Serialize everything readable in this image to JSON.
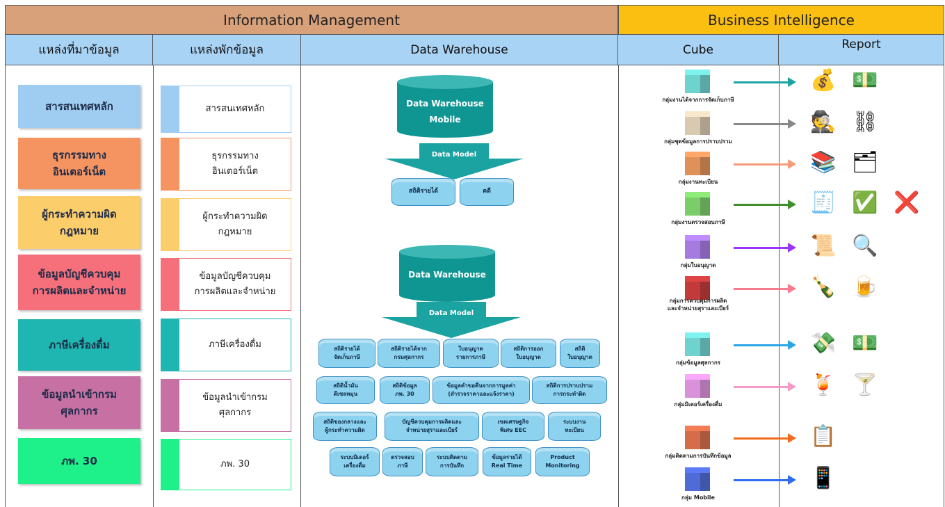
{
  "header": {
    "im_title": "Information Management",
    "bi_title": "Business Intelligence"
  },
  "columns": {
    "source": "แหล่งที่มาข้อมูล",
    "staging": "แหล่งพักข้อมูล",
    "warehouse": "Data Warehouse",
    "cube": "Cube",
    "report": "Report"
  },
  "sources": [
    {
      "label": "สารสนเทศหลัก",
      "color": "#9fcdf2"
    },
    {
      "label": "ธุรกรรมทาง\nอินเตอร์เน็ต",
      "color": "#f59461"
    },
    {
      "label": "ผู้กระทำความผิด\nกฎหมาย",
      "color": "#fccd6b"
    },
    {
      "label": "ข้อมูลบัญชีควบคุม\nการผลิตและจำหน่าย",
      "color": "#f5707a"
    },
    {
      "label": "ภาษีเครื่องดื่ม",
      "color": "#1fb5b0"
    },
    {
      "label": "ข้อมูลนำเข้ากรม\nศุลกากร",
      "color": "#c770a3"
    },
    {
      "label": "ภพ. 30",
      "color": "#1ef08a"
    }
  ],
  "staging": [
    {
      "label": "สารสนเทศหลัก",
      "color": "#9fcdf2"
    },
    {
      "label": "ธุรกรรมทาง\nอินเตอร์เน็ต",
      "color": "#f59461"
    },
    {
      "label": "ผู้กระทำความผิด\nกฎหมาย",
      "color": "#fccd6b"
    },
    {
      "label": "ข้อมูลบัญชีควบคุม\nการผลิตและจำหน่าย",
      "color": "#f5707a"
    },
    {
      "label": "ภาษีเครื่องดื่ม",
      "color": "#1fb5b0"
    },
    {
      "label": "ข้อมูลนำเข้ากรม\nศุลกากร",
      "color": "#c770a3"
    },
    {
      "label": "ภพ. 30",
      "color": "#1ef08a"
    }
  ],
  "warehouse": {
    "mobile_title": "Data Warehouse\nMobile",
    "mobile_model": "Data Model",
    "mobile_marts": [
      "สถิติรายได้",
      "คดี"
    ],
    "main_title": "Data Warehouse",
    "main_model": "Data Model",
    "marts": [
      "สถิติรายได้\nจัดเก็บภาษี",
      "สถิติรายได้จาก\nกรมศุลกากร",
      "ใบอนุญาต\nรายการภาษี",
      "สถิติการออก\nใบอนุญาต",
      "สถิติ\nใบอนุญาต",
      "สถิติน้ำมัน\nดีเซลหมุน",
      "สถิติข้อมูล\nภพ. 30",
      "ข้อมูลคำขอคืนจากการมูลค่า\n(สำรวจราคาและแจ้งราคา)",
      "สถิติการปราบปราม\nการกระทำผิด",
      "สถิติของกลางและ\nผู้กระทำความผิด",
      "บัญชีควบคุมการผลิตและ\nจำหน่ายสุราและเบียร์",
      "เขตเศรษฐกิจ\nพิเศษ EEC",
      "ระบบงาน\nทะเบียน",
      "ระบบมิเตอร์\nเครื่องดื่ม",
      "ตรวจสอบ\nภาษี",
      "ระบบติดตาม\nการบันทึก",
      "ข้อมูลรายได้\nReal Time",
      "Product\nMonitoring"
    ]
  },
  "cubes": [
    {
      "label": "กลุ่มงานได้จากการจัดเก็บภาษี",
      "color": "#6fd2cf",
      "arrow": "#1aa3a0",
      "icons": [
        "💰",
        "💵"
      ]
    },
    {
      "label": "กลุ่มชุดข้อมูลการปราบปราม",
      "color": "#d8c9b0",
      "arrow": "#888888",
      "icons": [
        "🕵",
        "⛓"
      ]
    },
    {
      "label": "กลุ่มงานทะเบียน",
      "color": "#e0915a",
      "arrow": "#f59a78",
      "icons": [
        "📚",
        "🗂"
      ]
    },
    {
      "label": "กลุ่มงานตรวจสอบภาษี",
      "color": "#7ccc6a",
      "arrow": "#3f8f2c",
      "icons": [
        "🧾",
        "✅",
        "❌"
      ]
    },
    {
      "label": "กลุ่มใบอนุญาต",
      "color": "#a67be0",
      "arrow": "#9933ff",
      "icons": [
        "📜",
        "🔍"
      ]
    },
    {
      "label": "กลุ่มการควบคุมการผลิต\nและจำหน่ายสุราและเบียร์",
      "color": "#c23b3b",
      "arrow": "#f77b8c",
      "icons": [
        "🍾",
        "🍺"
      ]
    },
    {
      "label": "กลุ่มข้อมูลศุลกากร",
      "color": "#6fd2cf",
      "arrow": "#2aa5e8",
      "icons": [
        "💸",
        "💵"
      ]
    },
    {
      "label": "กลุ่มมิเตอร์เครื่องดื่ม",
      "color": "#d992d9",
      "arrow": "#f59ac8",
      "icons": [
        "🍹",
        "🍸"
      ]
    },
    {
      "label": "กลุ่มติดตามการบันทึกข้อมูล",
      "color": "#d46d4a",
      "arrow": "#f26b1d",
      "icons": [
        "📋"
      ]
    },
    {
      "label": "กลุ่ม Mobile",
      "color": "#4f6bd6",
      "arrow": "#2f6bf0",
      "icons": [
        "📱"
      ]
    }
  ]
}
